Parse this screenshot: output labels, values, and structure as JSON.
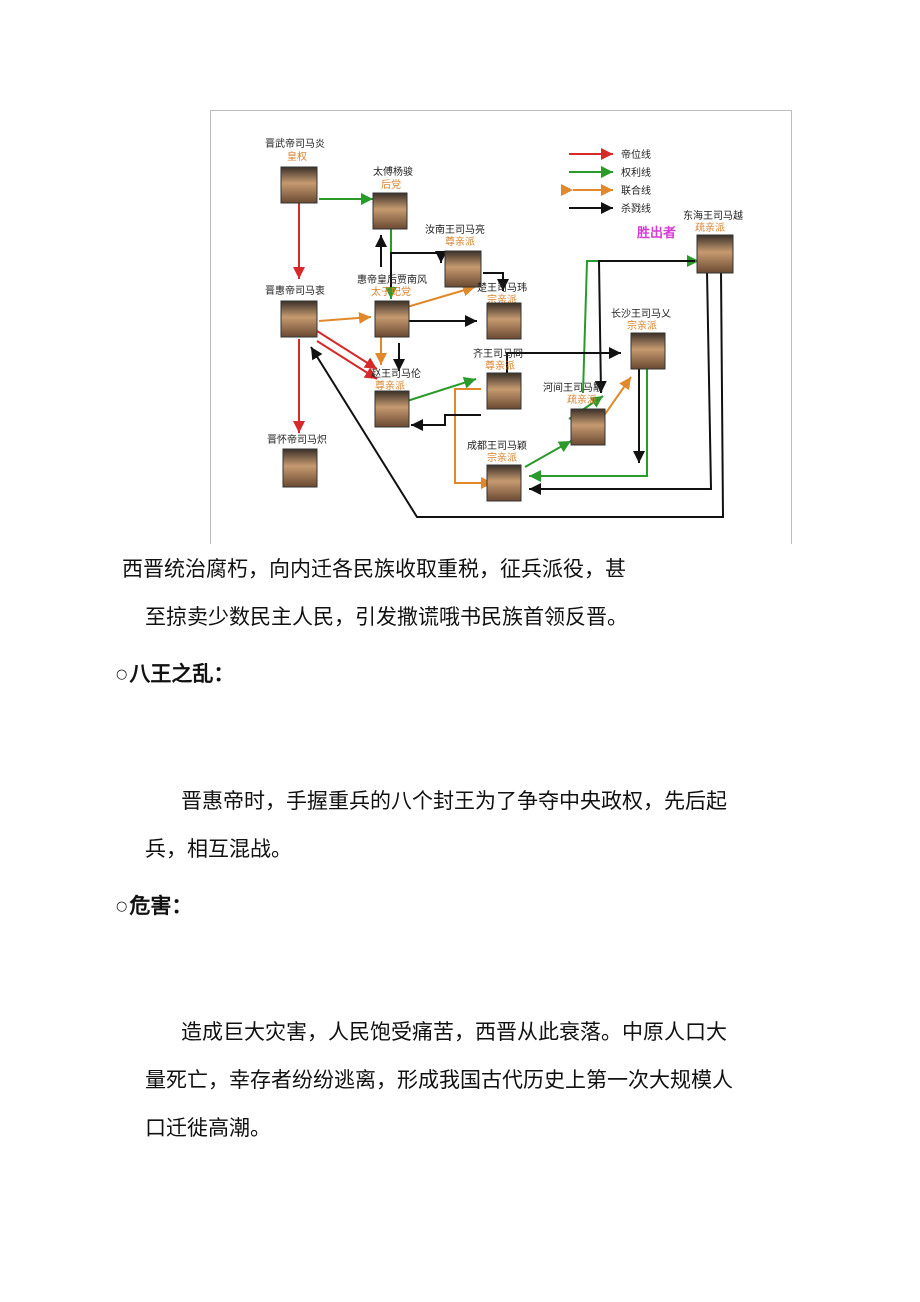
{
  "diagram": {
    "figures": [
      {
        "id": "wudi",
        "name": "晋武帝司马炎",
        "tag": "皇权"
      },
      {
        "id": "yangjun",
        "name": "太傅杨骏",
        "tag": "后党"
      },
      {
        "id": "liang",
        "name": "汝南王司马亮",
        "tag": "尊亲派"
      },
      {
        "id": "jiafeng",
        "name": "惠帝皇后贾南风",
        "tag": "太子妃党"
      },
      {
        "id": "huidi",
        "name": "晋惠帝司马衷",
        "tag": ""
      },
      {
        "id": "wei",
        "name": "楚王司马玮",
        "tag": "宗亲派"
      },
      {
        "id": "lun",
        "name": "赵王司马伦",
        "tag": "尊亲派"
      },
      {
        "id": "jiong",
        "name": "齐王司马冏",
        "tag": "尊亲派"
      },
      {
        "id": "yong",
        "name": "河间王司马颙",
        "tag": "疏亲派"
      },
      {
        "id": "ai",
        "name": "长沙王司马乂",
        "tag": "宗亲派"
      },
      {
        "id": "ying",
        "name": "成都王司马颖",
        "tag": "宗亲派"
      },
      {
        "id": "yue",
        "name": "东海王司马越",
        "tag": "疏亲派"
      },
      {
        "id": "huaidi",
        "name": "晋怀帝司马炽",
        "tag": ""
      }
    ],
    "winner_label": "胜出者",
    "legend": [
      {
        "label": "帝位线",
        "color": "#d62a2a"
      },
      {
        "label": "权利线",
        "color": "#2a9a2a"
      },
      {
        "label": "联合线",
        "color": "#e0882a"
      },
      {
        "label": "杀戮线",
        "color": "#111111"
      }
    ]
  },
  "paragraph1": {
    "line1": "西晋统治腐朽，向内迁各民族收取重税，征兵派役，甚",
    "line2": "至掠卖少数民主人民，引发撒谎哦书民族首领反晋。"
  },
  "section1": {
    "bullet": "○",
    "heading": "八王之乱：",
    "line1": "晋惠帝时，手握重兵的八个封王为了争夺中央政权，先后起",
    "line2": "兵，相互混战。"
  },
  "section2": {
    "bullet": "○",
    "heading": "危害：",
    "line1": "造成巨大灾害，人民饱受痛苦，西晋从此衰落。中原人口大",
    "line2": "量死亡，幸存者纷纷逃离，形成我国古代历史上第一次大规模人",
    "line3": "口迁徙高潮。"
  }
}
